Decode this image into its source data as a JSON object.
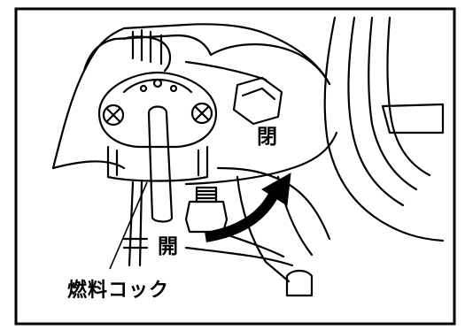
{
  "labels": {
    "open_top": "閉",
    "open_left": "開",
    "part_name": "燃料コック"
  },
  "colors": {
    "line": "#000000",
    "background": "#ffffff"
  },
  "icons": {
    "arrow": "curved-arrow-icon",
    "screws": "phillips-screw-icon",
    "nut": "hex-nut-icon"
  }
}
